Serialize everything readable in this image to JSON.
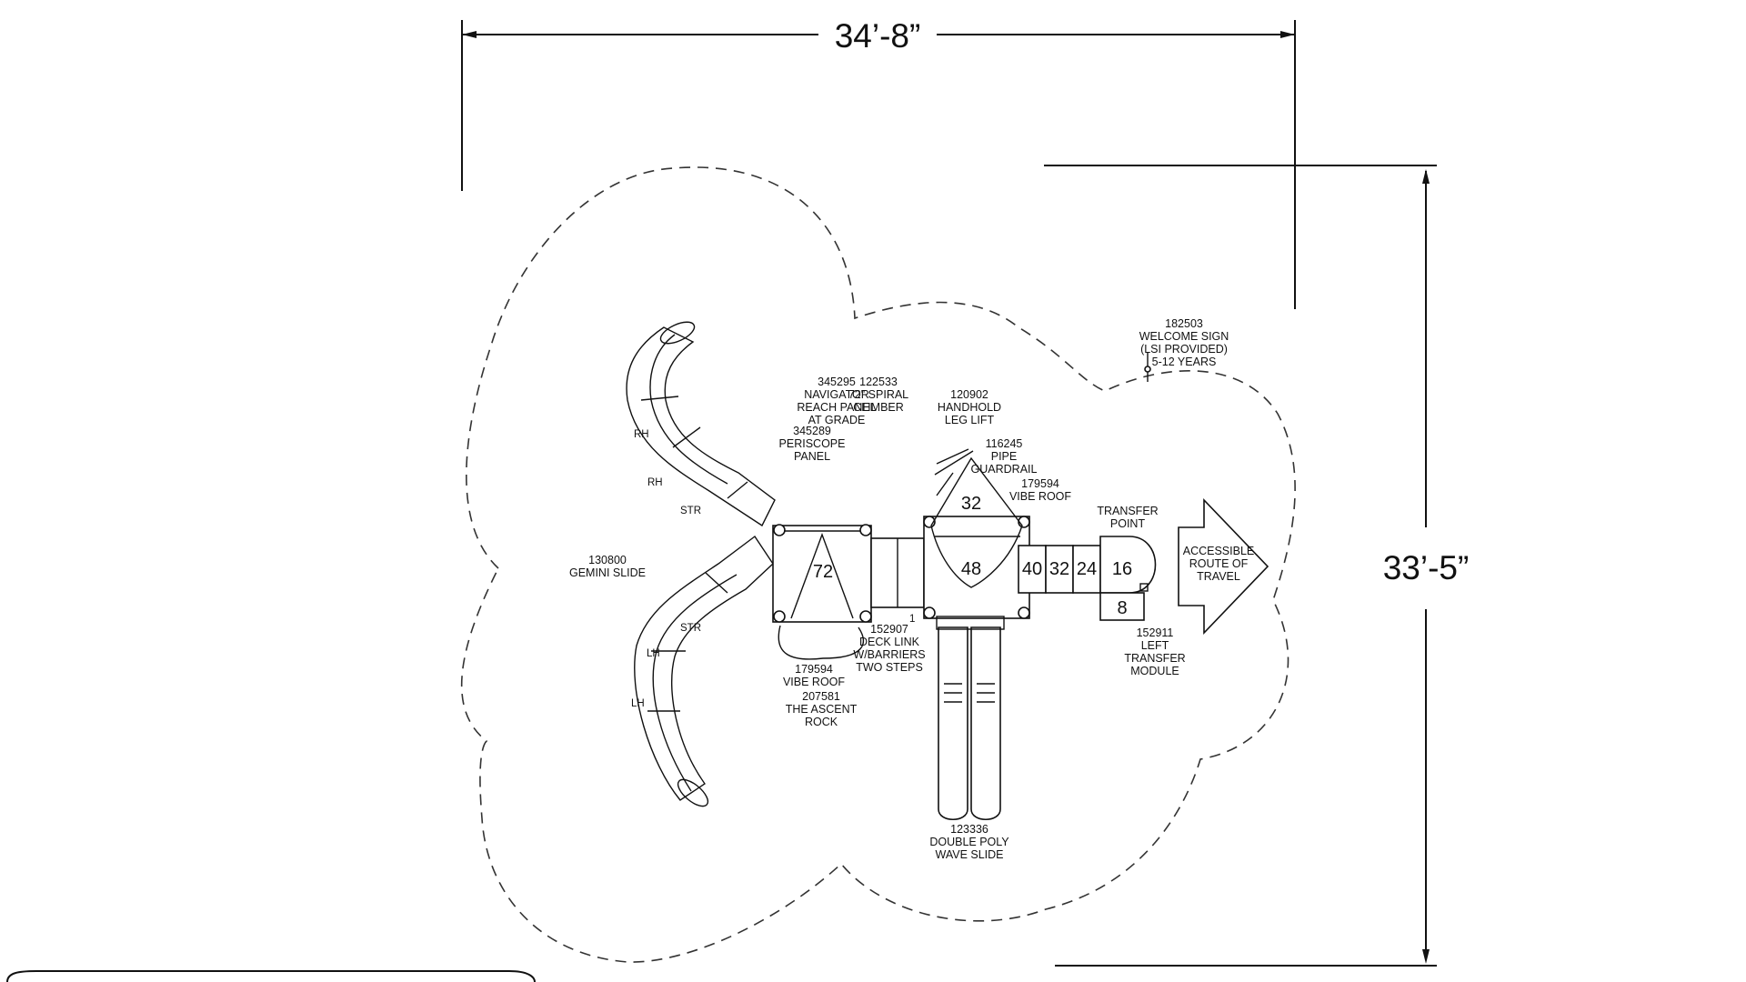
{
  "dimensions": {
    "width": "34’-8”",
    "depth": "33’-5”"
  },
  "labels": [
    {
      "id": "welcome-sign",
      "lines": [
        "182503",
        "WELCOME SIGN",
        "(LSI PROVIDED)",
        "5-12 YEARS"
      ]
    },
    {
      "id": "navigator-reach-panel",
      "lines": [
        "345295",
        "NAVIGATOR",
        "REACH PANEL",
        "AT GRADE"
      ]
    },
    {
      "id": "spiral-climber",
      "lines": [
        "122533",
        "72\" SPIRAL",
        "CLIMBER"
      ]
    },
    {
      "id": "periscope-panel",
      "lines": [
        "345289",
        "PERISCOPE",
        "PANEL"
      ]
    },
    {
      "id": "handhold-leg-lift",
      "lines": [
        "120902",
        "HANDHOLD",
        "LEG LIFT"
      ]
    },
    {
      "id": "pipe-guardrail",
      "lines": [
        "116245",
        "PIPE",
        "GUARDRAIL"
      ]
    },
    {
      "id": "vibe-roof-right",
      "lines": [
        "179594",
        "VIBE ROOF"
      ]
    },
    {
      "id": "transfer-point",
      "lines": [
        "TRANSFER",
        "POINT"
      ]
    },
    {
      "id": "gemini-slide",
      "lines": [
        "130800",
        "GEMINI SLIDE"
      ]
    },
    {
      "id": "deck-link",
      "lines": [
        "152907",
        "DECK LINK",
        "W/BARRIERS",
        "TWO STEPS"
      ]
    },
    {
      "id": "vibe-roof-left",
      "lines": [
        "179594",
        "VIBE ROOF"
      ]
    },
    {
      "id": "ascent-rock",
      "lines": [
        "207581",
        "THE ASCENT",
        "ROCK"
      ]
    },
    {
      "id": "left-transfer-module",
      "lines": [
        "152911",
        "LEFT",
        "TRANSFER",
        "MODULE"
      ]
    },
    {
      "id": "double-poly-wave-slide",
      "lines": [
        "123336",
        "DOUBLE POLY",
        "WAVE SLIDE"
      ]
    },
    {
      "id": "accessible-route",
      "lines": [
        "ACCESSIBLE",
        "ROUTE OF",
        "TRAVEL"
      ]
    }
  ],
  "deck_heights": {
    "deck_72": "72",
    "deck_48": "48",
    "deck_32": "32",
    "step_40": "40",
    "step_32": "32",
    "step_24": "24",
    "transfer_16": "16",
    "transfer_8": "8",
    "link_step": "1"
  },
  "slide_sections": {
    "upper": [
      "RH",
      "RH",
      "STR"
    ],
    "lower": [
      "STR",
      "LH",
      "LH"
    ]
  }
}
